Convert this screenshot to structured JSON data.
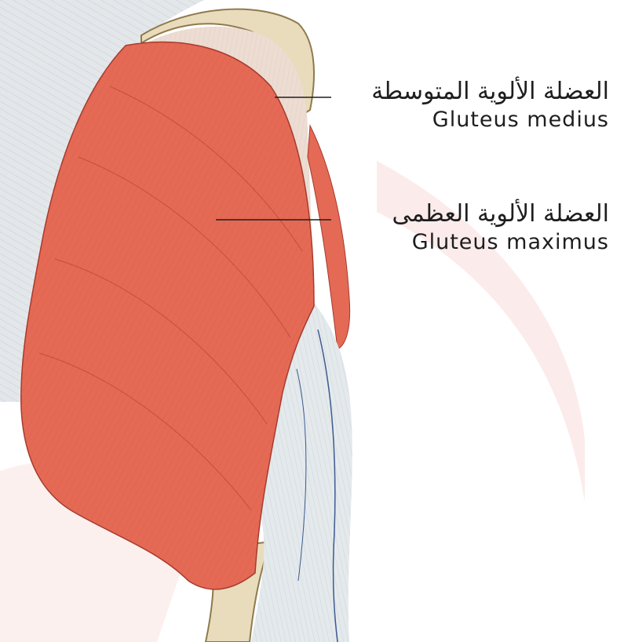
{
  "labels": {
    "gluteus_medius": {
      "arabic": "العضلة الألوية المتوسطة",
      "english": "Gluteus medius"
    },
    "gluteus_maximus": {
      "arabic": "العضلة الألوية العظمى",
      "english": "Gluteus maximus"
    }
  },
  "colors": {
    "muscle": "#e46a55",
    "muscle_dark": "#c94b3a",
    "medius": "#ead9cf",
    "fascia": "#dfe4e7",
    "bone": "#e9dcbc",
    "watermark": "#fbeceb",
    "text": "#1e1e1e"
  }
}
